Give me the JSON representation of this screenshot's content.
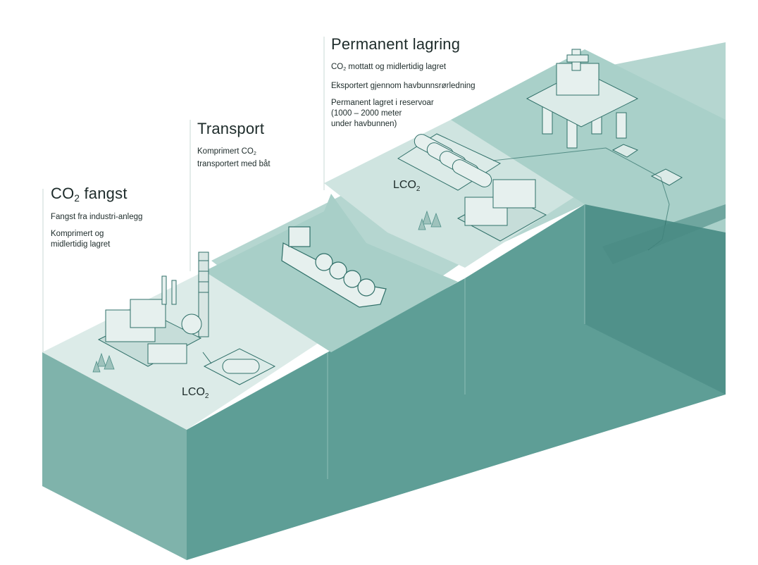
{
  "stages": [
    {
      "heading_pre": "CO",
      "heading_sub": "2",
      "heading_post": " fangst",
      "lines": [
        "Fangst fra industri-anlegg",
        "Komprimert og\nmidlertidig lagret"
      ]
    },
    {
      "heading": "Transport",
      "line1_pre": "Komprimert CO",
      "line1_sub": "2",
      "line2": "transportert med båt"
    },
    {
      "heading": "Permanent lagring",
      "line1_pre": "CO",
      "line1_sub": "2",
      "line1_post": " mottatt og midlertidig lagret",
      "line2": "Eksportert gjennom havbunnsrørledning",
      "line3": "Permanent lagret i reservoar\n(1000 – 2000 meter\nunder havbunnen)"
    }
  ],
  "tank_labels": [
    {
      "pre": "LCO",
      "sub": "2"
    },
    {
      "pre": "LCO",
      "sub": "2"
    }
  ],
  "colors": {
    "front_face": "#5e9e96",
    "right_face": "#4f8f88",
    "land_top": "#dcebe8",
    "sea_top": "#b9d8d2",
    "water_surface": "#9ccac2",
    "line": "#2f6f68"
  }
}
